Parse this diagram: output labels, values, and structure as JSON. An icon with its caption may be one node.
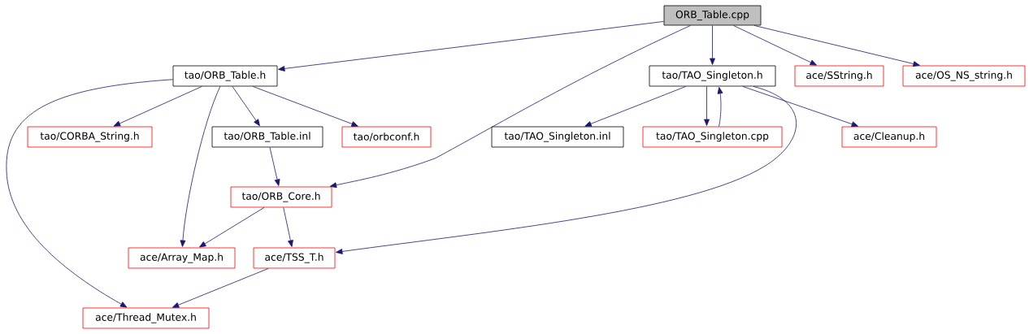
{
  "diagram": {
    "nodes": [
      {
        "text": [
          "ORB_Table.cpp"
        ]
      },
      {
        "text": [
          "tao/ORB_Table.h"
        ]
      },
      {
        "text": [
          "tao/TAO_Singleton.h"
        ]
      },
      {
        "text": [
          "ace/SString.h"
        ]
      },
      {
        "text": [
          "ace/OS_NS_string.h"
        ]
      },
      {
        "text": [
          "tao/CORBA_String.h"
        ]
      },
      {
        "text": [
          "tao/ORB_Table.inl"
        ]
      },
      {
        "text": [
          "tao/orbconf.h"
        ]
      },
      {
        "text": [
          "tao/TAO_Singleton.inl"
        ]
      },
      {
        "text": [
          "tao/TAO_Singleton.cpp"
        ]
      },
      {
        "text": [
          "ace/Cleanup.h"
        ]
      },
      {
        "text": [
          "tao/ORB_Core.h"
        ]
      },
      {
        "text": [
          "ace/Array_Map.h"
        ]
      },
      {
        "text": [
          "ace/TSS_T.h"
        ]
      },
      {
        "text": [
          "ace/Thread_Mutex.h"
        ]
      }
    ],
    "edges": [
      {
        "from": 0,
        "to": 1,
        "arrow": "to"
      },
      {
        "from": 0,
        "to": 11,
        "arrow": "to"
      },
      {
        "from": 0,
        "to": 2,
        "arrow": "to"
      },
      {
        "from": 0,
        "to": 3,
        "arrow": "to"
      },
      {
        "from": 0,
        "to": 4,
        "arrow": "to"
      },
      {
        "from": 1,
        "to": 14,
        "arrow": "to"
      },
      {
        "from": 1,
        "to": 5,
        "arrow": "to"
      },
      {
        "from": 1,
        "to": 12,
        "arrow": "to"
      },
      {
        "from": 1,
        "to": 6,
        "arrow": "to"
      },
      {
        "from": 1,
        "to": 7,
        "arrow": "to"
      },
      {
        "from": 6,
        "to": 11,
        "arrow": "to"
      },
      {
        "from": 11,
        "to": 12,
        "arrow": "to"
      },
      {
        "from": 11,
        "to": 13,
        "arrow": "to"
      },
      {
        "from": 13,
        "to": 14,
        "arrow": "to"
      },
      {
        "from": 2,
        "to": 8,
        "arrow": "to"
      },
      {
        "from": 2,
        "to": 9,
        "arrow": "to"
      },
      {
        "from": 9,
        "to": 2,
        "arrow": "to"
      },
      {
        "from": 2,
        "to": 10,
        "arrow": "to"
      },
      {
        "from": 2,
        "to": 13,
        "arrow": "to"
      }
    ]
  }
}
